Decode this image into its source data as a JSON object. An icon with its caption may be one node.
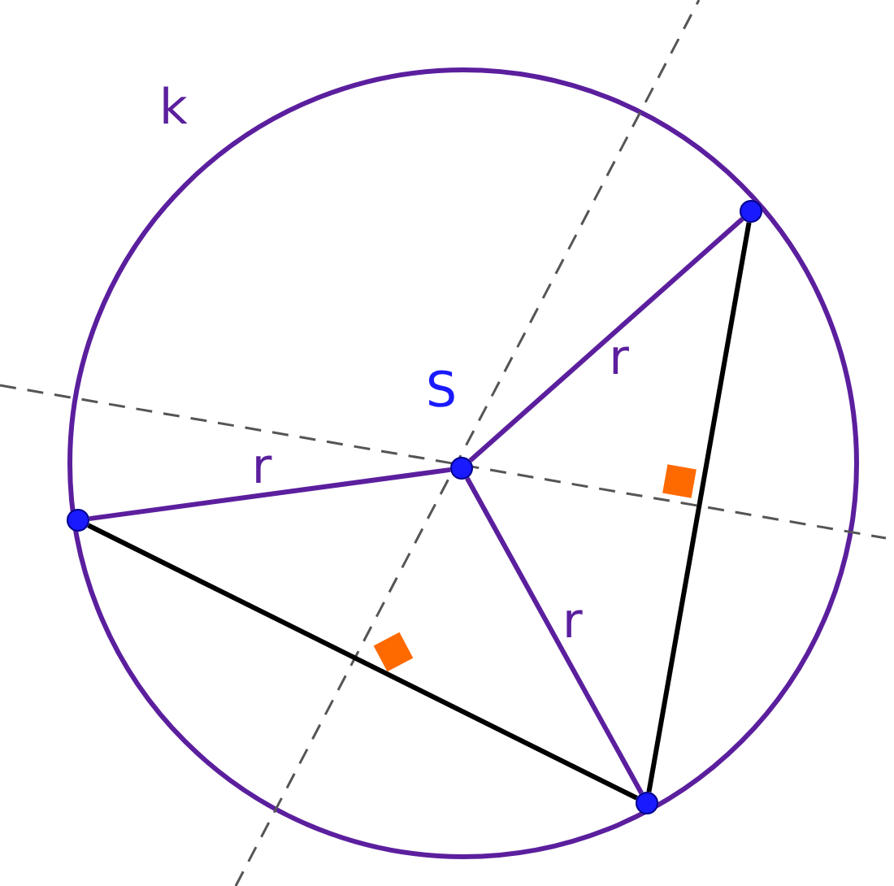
{
  "diagram": {
    "nodes": [
      {
        "text": [],
        "shape": "circle"
      },
      {
        "text": [],
        "shape": "circle"
      },
      {
        "text": [],
        "shape": "circle"
      },
      {
        "text": [],
        "shape": "circle"
      }
    ],
    "edges": [
      {
        "from": 1,
        "to": 0,
        "arrow": "none",
        "label": "r"
      },
      {
        "from": 1,
        "to": 3,
        "arrow": "none",
        "label": "r"
      },
      {
        "from": 1,
        "to": 2,
        "arrow": "none",
        "label": "r"
      },
      {
        "from": 0,
        "to": 2,
        "arrow": "none",
        "color": "#000000"
      },
      {
        "from": 3,
        "to": 2,
        "arrow": "none",
        "color": "#000000"
      }
    ],
    "labels": [
      "k",
      "S"
    ]
  }
}
